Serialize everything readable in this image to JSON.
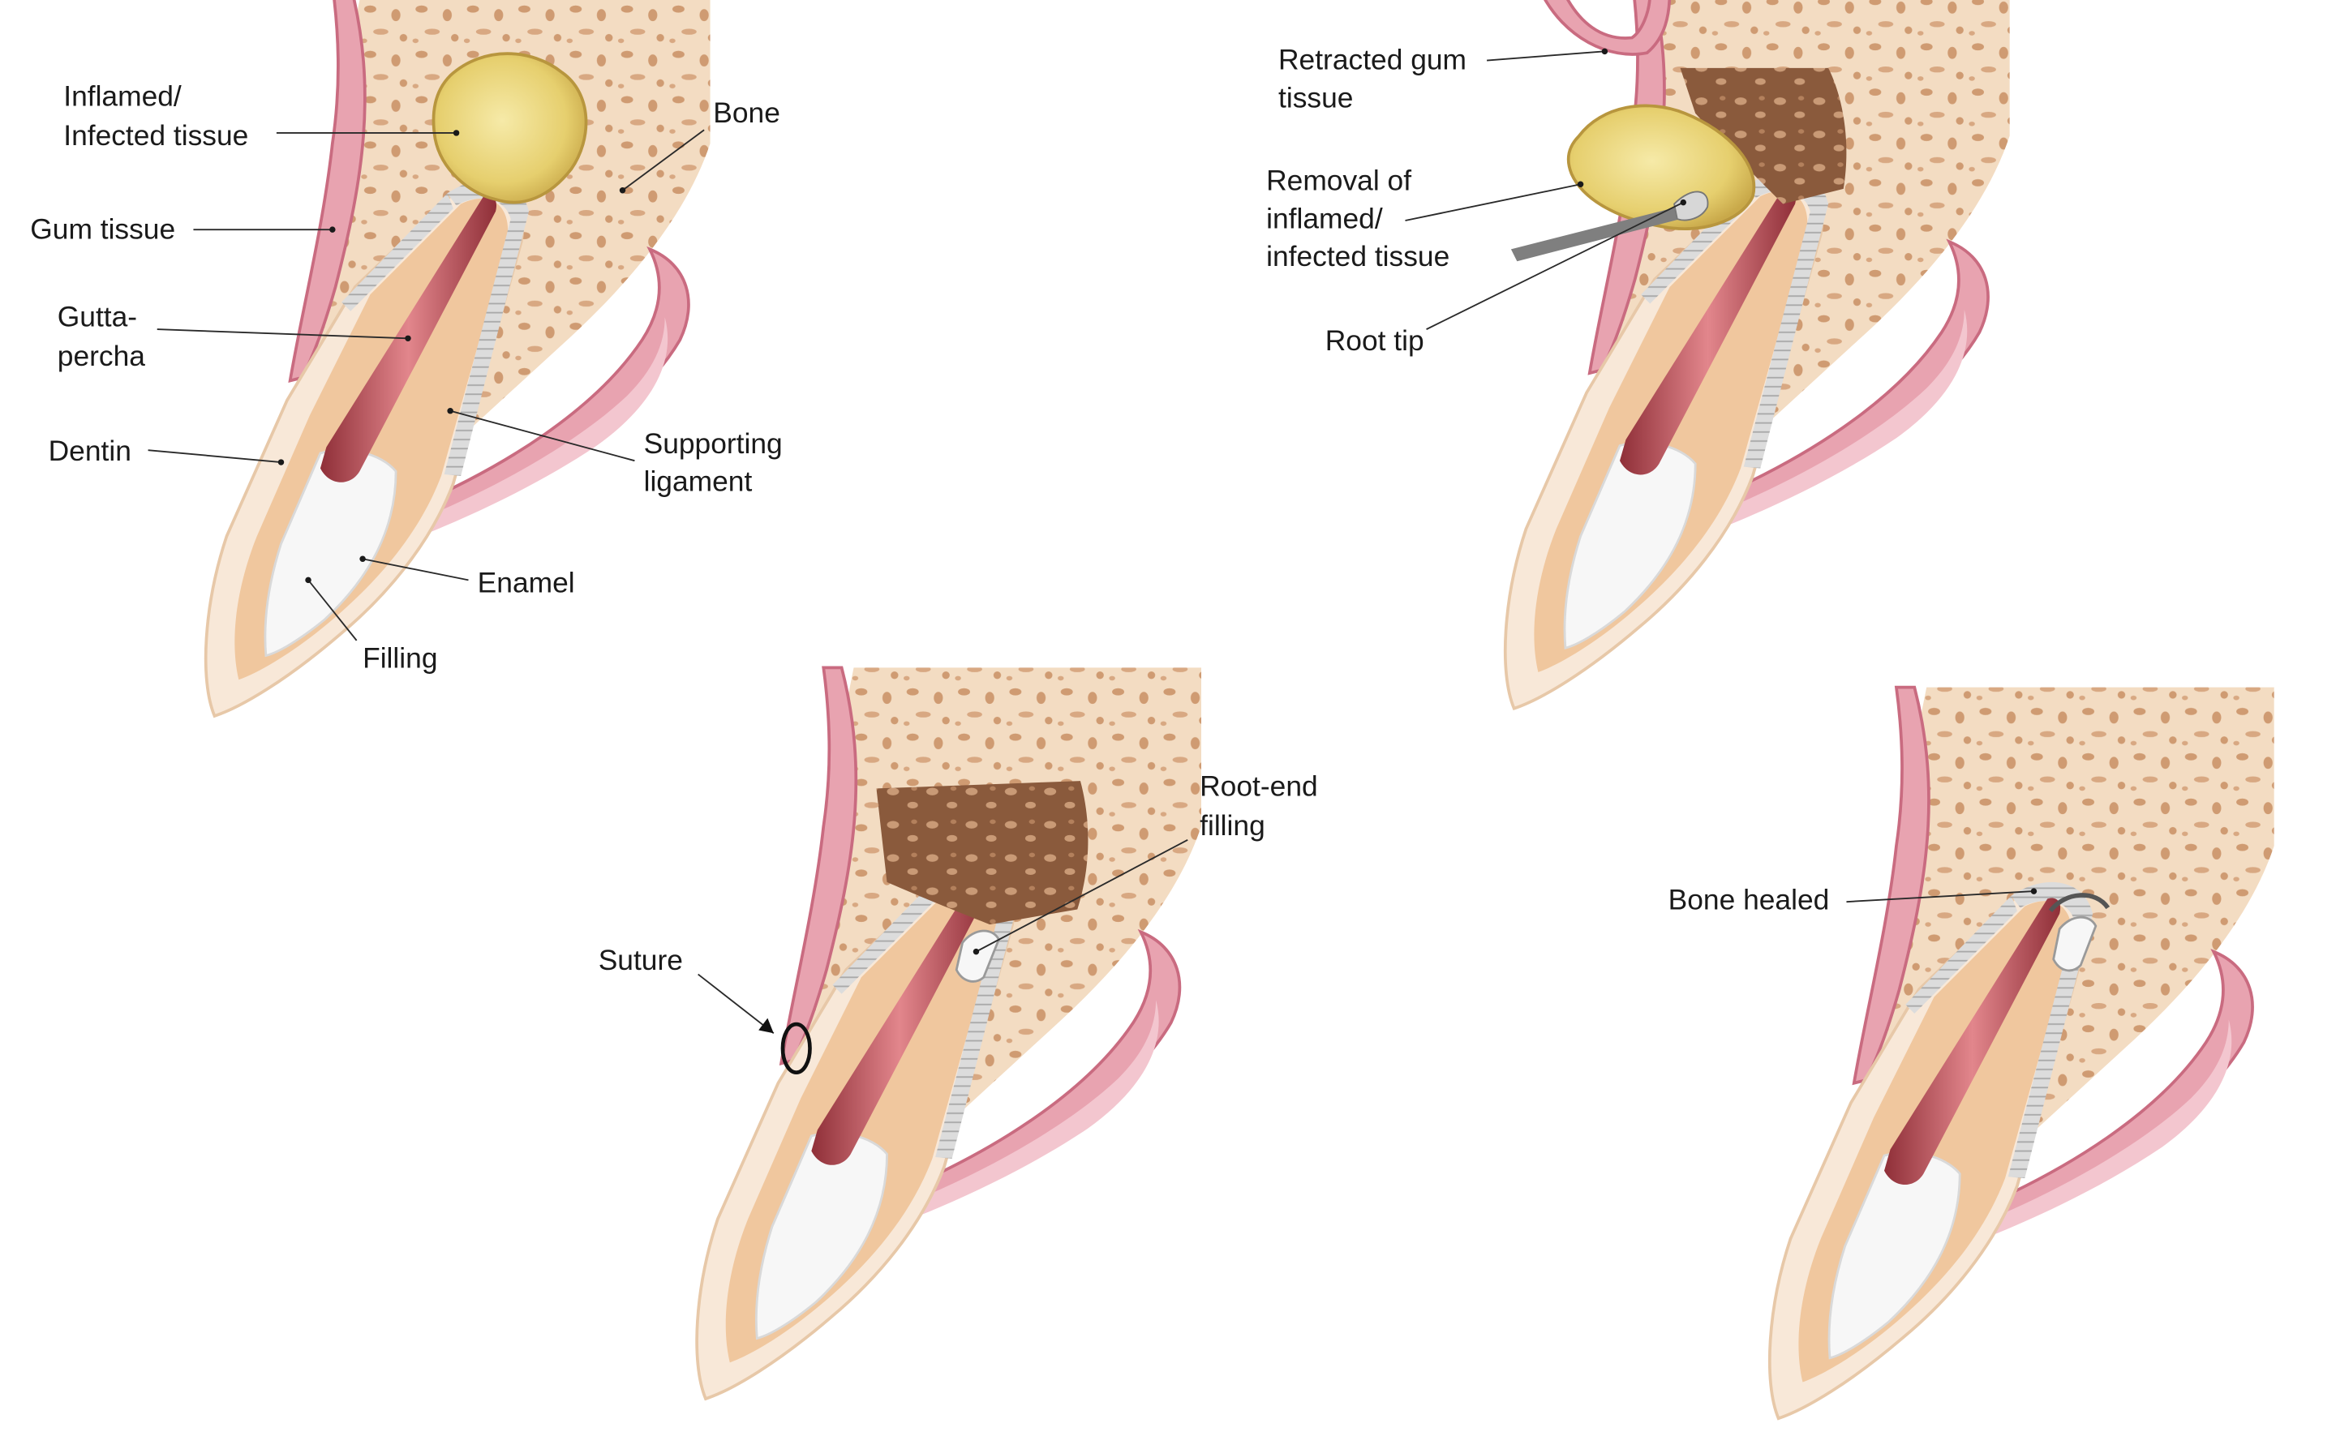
{
  "panels": {
    "anatomy": {
      "labels": {
        "inflamed": [
          "Inflamed/",
          "Infected tissue"
        ],
        "gum": [
          "Gum tissue"
        ],
        "gutta": [
          "Gutta-",
          "percha"
        ],
        "dentin": [
          "Dentin"
        ],
        "bone": [
          "Bone"
        ],
        "ligament": [
          "Supporting",
          "ligament"
        ],
        "enamel": [
          "Enamel"
        ],
        "filling": [
          "Filling"
        ]
      }
    },
    "removal": {
      "labels": {
        "retracted": [
          "Retracted gum",
          "tissue"
        ],
        "removal": [
          "Removal of",
          "inflamed/",
          "infected tissue"
        ],
        "roottip": [
          "Root tip"
        ]
      }
    },
    "sutured": {
      "labels": {
        "rootend": [
          "Root-end",
          "filling"
        ],
        "suture": [
          "Suture"
        ]
      }
    },
    "healed": {
      "labels": {
        "bonehealed": [
          "Bone healed"
        ]
      }
    }
  },
  "colors": {
    "gum": "#e8a3b0",
    "gum_dark": "#c96b80",
    "bone": "#f3dcc2",
    "bone_pore": "#cf9b72",
    "dentin": "#f0c79e",
    "enamel": "#f8e8d8",
    "canal": "#b9444d",
    "filling": "#f7f7f7",
    "ligament": "#c9c9c9",
    "infection": "#e9d27a",
    "cavity": "#8a5a3c"
  }
}
